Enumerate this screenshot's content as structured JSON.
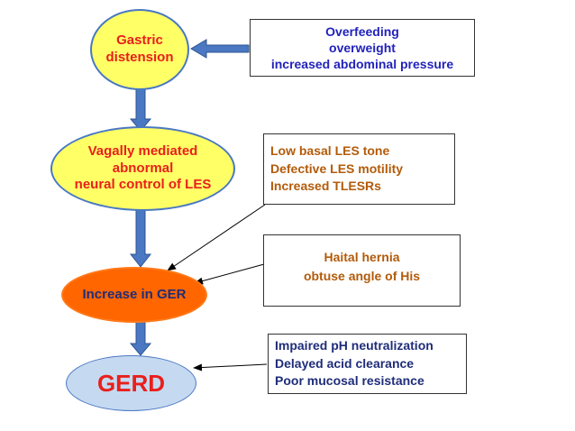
{
  "colors": {
    "yellow_fill": "#ffff66",
    "orange_fill": "#ff6600",
    "light_blue_fill": "#c5d9f1",
    "red_text": "#e8201c",
    "blue_text": "#2222bb",
    "navy_text": "#1f2d7a",
    "brown_text": "#b35b0a",
    "connector_blue": "#4a78c2"
  },
  "nodes": {
    "gastric": {
      "lines": [
        "Gastric",
        "distension"
      ]
    },
    "vagal": {
      "lines": [
        "Vagally mediated",
        "abnormal",
        "neural control of LES"
      ]
    },
    "ger": {
      "label": "Increase in GER"
    },
    "gerd": {
      "label": "GERD"
    }
  },
  "boxes": {
    "overfeeding": {
      "lines": [
        "Overfeeding",
        "overweight",
        "increased abdominal pressure"
      ]
    },
    "les": {
      "lines": [
        "Low basal LES tone",
        "Defective LES motility",
        "Increased TLESRs"
      ]
    },
    "hernia": {
      "lines": [
        "Haital hernia",
        "obtuse angle of His"
      ]
    },
    "impaired": {
      "lines": [
        "Impaired pH neutralization",
        "Delayed acid clearance",
        "Poor mucosal resistance"
      ]
    }
  }
}
